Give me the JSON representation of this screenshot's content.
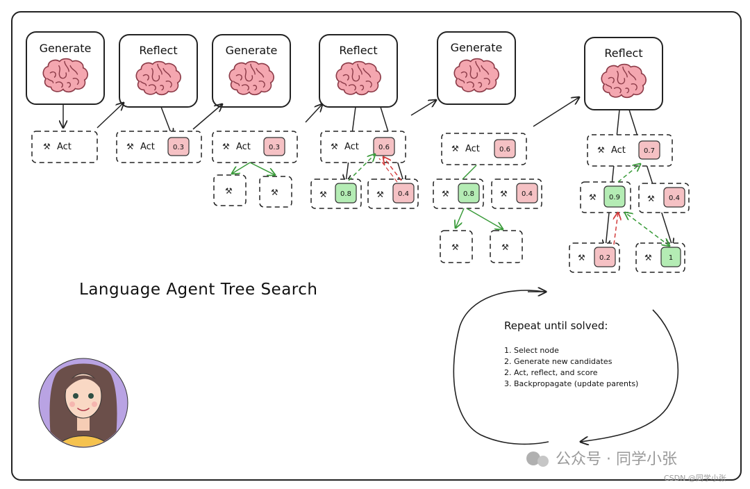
{
  "stages": [
    {
      "label": "Generate"
    },
    {
      "label": "Reflect"
    },
    {
      "label": "Generate"
    },
    {
      "label": "Reflect"
    },
    {
      "label": "Generate"
    },
    {
      "label": "Reflect"
    }
  ],
  "act_label": "Act",
  "tool_icon": "hammer-pick-icon",
  "scores": {
    "s2_act": "0.3",
    "s3_act": "0.3",
    "s4_act": "0.6",
    "s4_child_left": "0.8",
    "s4_child_right": "0.4",
    "s5_act": "0.6",
    "s5_child_left": "0.8",
    "s5_child_right": "0.4",
    "s6_act": "0.7",
    "s6_child_left": "0.9",
    "s6_child_right": "0.4",
    "s6_grand_left": "0.2",
    "s6_grand_right": "1"
  },
  "title": "Language Agent Tree Search",
  "repeat": {
    "title": "Repeat until solved:",
    "steps": [
      "1. Select node",
      "2. Generate new candidates",
      "2. Act, reflect, and score",
      "3. Backpropagate (update parents)"
    ]
  },
  "watermark": "公众号 · 同学小张",
  "csdn": "CSDN @同学小张",
  "colors": {
    "pink": "#f5c1c4",
    "green": "#b4ecb4",
    "brain": "#f4a7b0",
    "avatar_bg": "#b9a3e3",
    "arrow_green": "#3a9b3a",
    "arrow_red": "#d23b3b"
  }
}
